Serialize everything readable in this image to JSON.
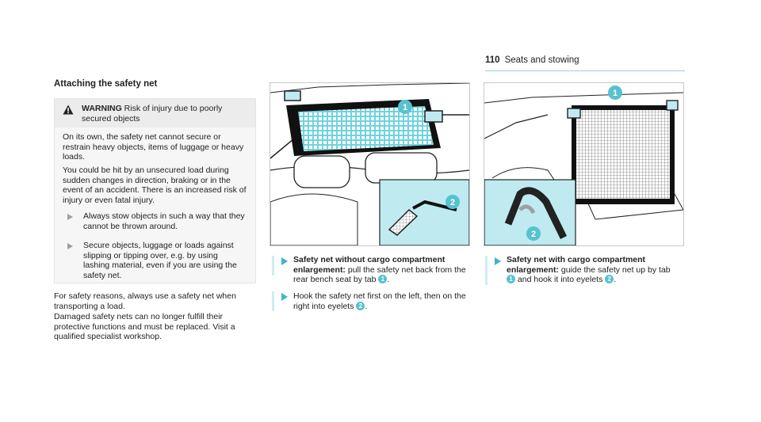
{
  "header": {
    "page_number": "110",
    "section": "Seats and stowing"
  },
  "heading": "Attaching the safety net",
  "warning": {
    "label": "WARNING",
    "title": "Risk of injury due to poorly secured objects",
    "body1": "On its own, the safety net cannot secure or restrain heavy objects, items of luggage or heavy loads.",
    "body2": "You could be hit by an unsecured load during sudden changes in direction, braking or in the event of an accident. There is an increased risk of injury or even fatal injury.",
    "bullet1": "Always stow objects in such a way that they cannot be thrown around.",
    "bullet2": "Secure objects, luggage or loads against slipping or tipping over, e.g. by using lashing material, even if you are using the safety net."
  },
  "para1": "For safety reasons, always use a safety net when transporting a load.",
  "para2": "Damaged safety nets can no longer fulfill their protective functions and must be replaced. Visit a qualified specialist workshop.",
  "step1": {
    "bold": "Safety net without cargo compartment enlargement:",
    "text_a": " pull the safety net back from the rear bench seat by tab ",
    "n1": "1",
    "text_b": "."
  },
  "step2": {
    "text_a": "Hook the safety net first on the left, then on the right into eyelets ",
    "n2": "2",
    "text_b": "."
  },
  "step3": {
    "bold": "Safety net with cargo compartment enlargement:",
    "text_a": " guide the safety net up by tab ",
    "n1": "1",
    "text_b": " and hook it into eyelets ",
    "n2": "2",
    "text_c": "."
  },
  "fig1": {
    "callout1": "1",
    "callout2": "2"
  },
  "fig2": {
    "callout1": "1",
    "callout2": "2"
  },
  "colors": {
    "accent": "#56c2cf",
    "highlight": "#bfeaf0",
    "header_rule": "#9ecfd6"
  },
  "icons": [
    "warning-triangle-icon",
    "bullet-arrow-icon",
    "step-arrow-icon"
  ]
}
